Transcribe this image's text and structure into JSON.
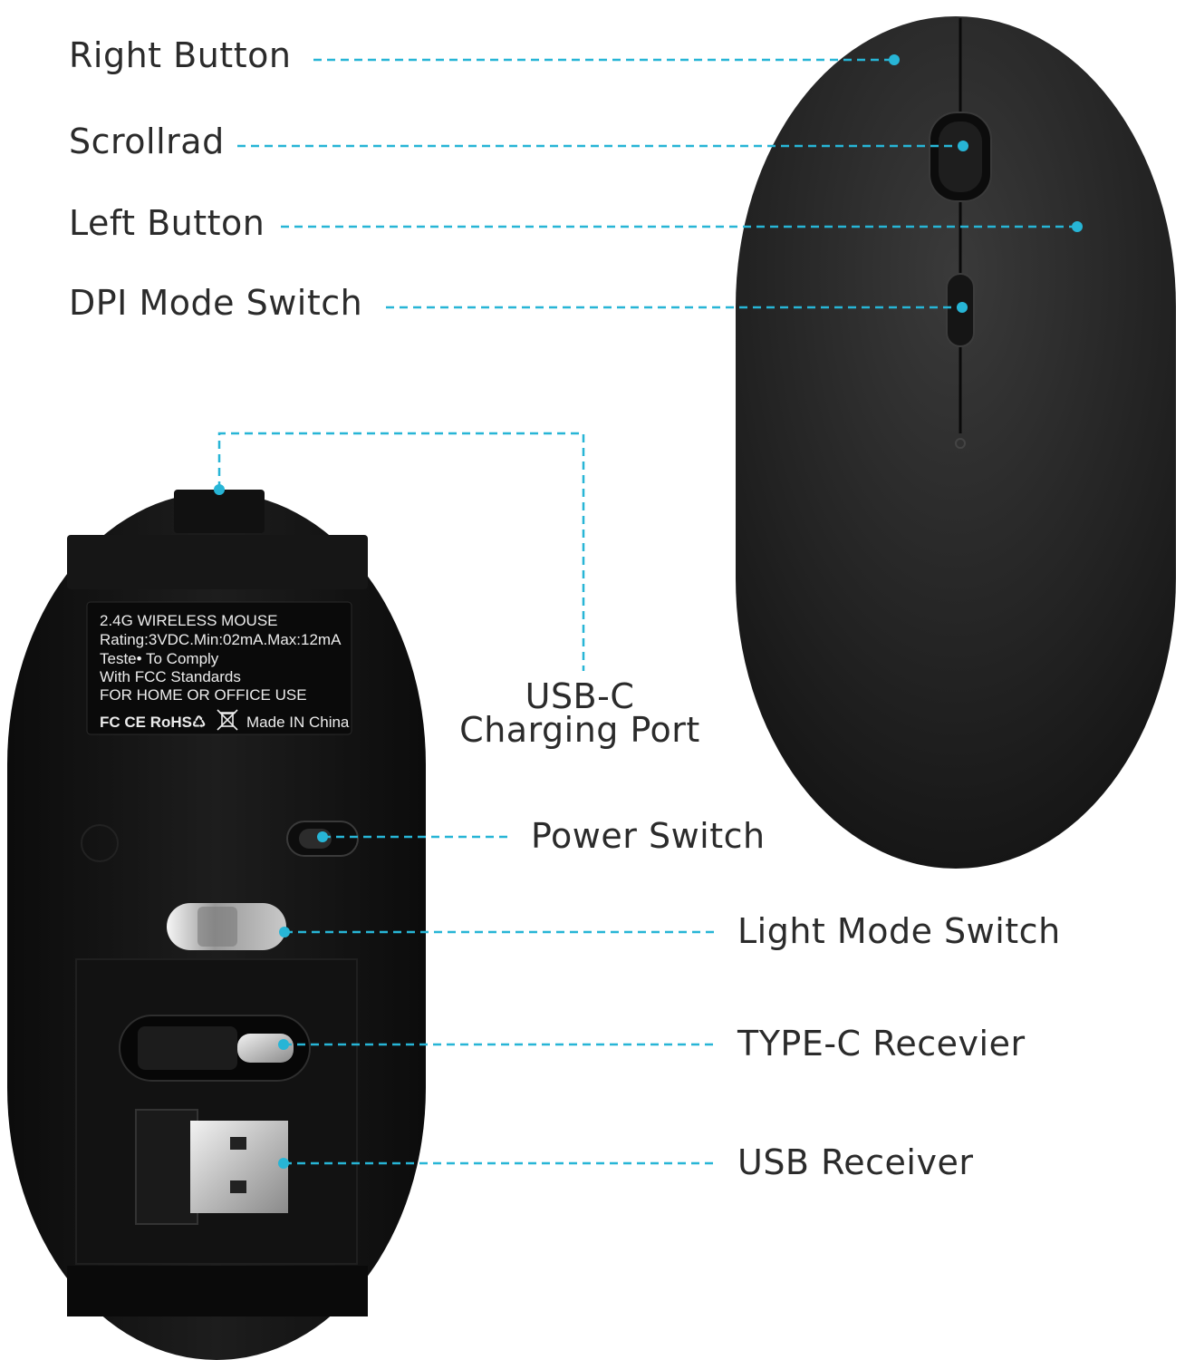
{
  "colors": {
    "accent": "#27b5d6",
    "mouse_body": "#1a1a1a",
    "text": "#2b2b2b"
  },
  "callouts": {
    "right_button": "Right Button",
    "scroll_wheel": "Scrollrad",
    "left_button": "Left Button",
    "dpi_switch": "DPI Mode Switch",
    "usbc_port_line1": "USB-C",
    "usbc_port_line2": "Charging Port",
    "power_switch": "Power Switch",
    "light_switch": "Light Mode Switch",
    "typec_receiver": "TYPE-C Recevier",
    "usb_receiver": "USB Receiver"
  },
  "sticker": {
    "line1": "2.4G WIRELESS MOUSE",
    "line2": "Rating:3VDC.Min:02mA.Max:12mA",
    "line3": "Teste• To Comply",
    "line4": "With FCC Standards",
    "line5": "FOR HOME OR OFFICE USE",
    "marks": "FC CE RoHS♺",
    "origin": "Made IN China",
    "weee_icon": "crossed-bin-icon"
  }
}
